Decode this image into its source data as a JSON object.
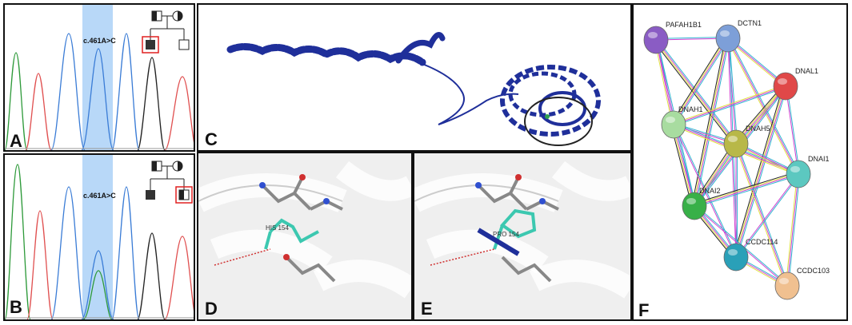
{
  "panels": {
    "a": {
      "label": "A",
      "mutation": "c.461A>C"
    },
    "b": {
      "label": "B",
      "mutation": "c.461A>C"
    },
    "c": {
      "label": "C"
    },
    "d": {
      "label": "D",
      "residue": "HIS 154"
    },
    "e": {
      "label": "E",
      "residue": "PRO 154"
    },
    "f": {
      "label": "F"
    }
  },
  "network": {
    "nodes": [
      {
        "id": "PAFAH1B1",
        "label": "PAFAH1B1",
        "color": "#8a5cc4"
      },
      {
        "id": "DCTN1",
        "label": "DCTN1",
        "color": "#7d9fd8"
      },
      {
        "id": "DNAL1",
        "label": "DNAL1",
        "color": "#e04848"
      },
      {
        "id": "DNAH1",
        "label": "DNAH1",
        "color": "#a8dca0"
      },
      {
        "id": "DNAH5",
        "label": "DNAH5",
        "color": "#b8b848"
      },
      {
        "id": "DNAI1",
        "label": "DNAI1",
        "color": "#5cc8c0"
      },
      {
        "id": "DNAI2",
        "label": "DNAI2",
        "color": "#38b048"
      },
      {
        "id": "CCDC114",
        "label": "CCDC114",
        "color": "#2aa0b8"
      },
      {
        "id": "CCDC103",
        "label": "CCDC103",
        "color": "#f0c090"
      }
    ]
  },
  "colors": {
    "highlight": "#b8d8f8",
    "protein": "#1f2f9a",
    "residue": "#3cc8b0",
    "box": "#e02020"
  }
}
